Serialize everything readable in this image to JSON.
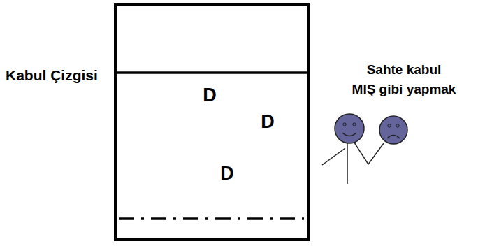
{
  "diagram": {
    "nodes": [
      {
        "text": [
          "D",
          "D",
          "D"
        ]
      }
    ],
    "labels": [
      "Kabul Çizgisi",
      "Sahte kabul MIŞ gibi yapmak"
    ]
  }
}
